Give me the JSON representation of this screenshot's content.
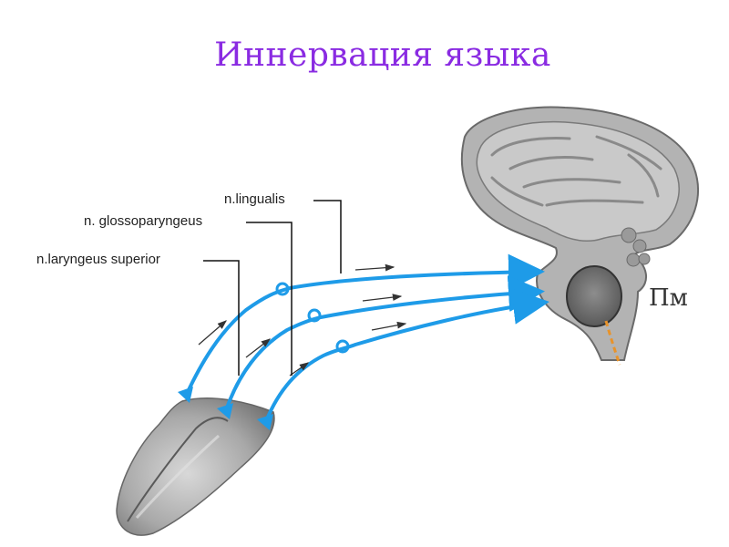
{
  "title": "Иннервация языка",
  "labels": {
    "lingualis": "n.lingualis",
    "glosso": "n. glossoparyngeus",
    "laryngeus": "n.laryngeus superior",
    "pm": "Пм"
  },
  "colors": {
    "title": "#8a2be2",
    "nerve": "#1e9be8",
    "tongue": "#9a9a9a",
    "brain": "#9e9e9e"
  }
}
